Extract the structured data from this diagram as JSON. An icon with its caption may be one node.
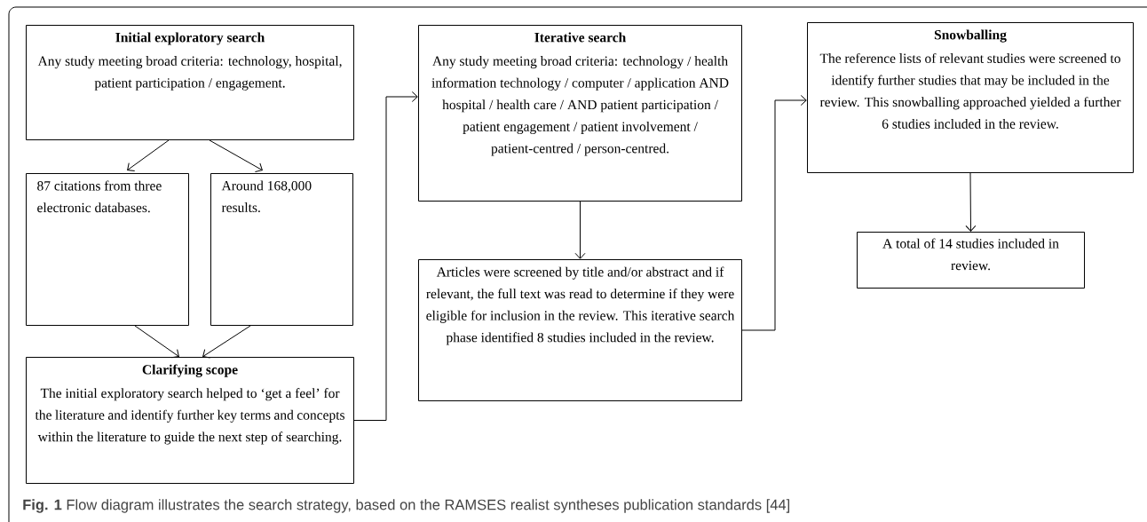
{
  "diagram": {
    "caption": "**Fig. 1** Flow diagram illustrates the search strategy, based on the RAMSES realist syntheses publication standards [44]",
    "nodes": [
      {
        "text": [
          "Initial exploratory search",
          "Any study meeting broad criteria: technology, hospital, patient participation / engagement."
        ]
      },
      {
        "text": [
          "87 citations from three electronic databases."
        ]
      },
      {
        "text": [
          "Around 168,000 results."
        ]
      },
      {
        "text": [
          "Clarifying scope",
          "The initial exploratory search helped to ‘get a feel’ for the literature and identify further key terms and concepts within the literature to guide the next step of searching."
        ]
      },
      {
        "text": [
          "Iterative search",
          "Any study meeting broad criteria: technology / health information technology / computer / application AND hospital / health care / AND patient participation / patient engagement / patient involvement / patient-centred / person-centred."
        ]
      },
      {
        "text": [
          "Articles were screened by title and/or abstract and if relevant, the full text was read to determine if they were eligible for inclusion in the review. This iterative search phase identified 8 studies included in the review."
        ]
      },
      {
        "text": [
          "Snowballing",
          "The reference lists of relevant studies were screened to identify further studies that may be included in the review. This snowballing approached yielded a further 6 studies included in the review."
        ]
      },
      {
        "text": [
          "A total of 14 studies included in review."
        ]
      }
    ],
    "edges": [
      {
        "from": 0,
        "to": 1,
        "arrow": "to"
      },
      {
        "from": 0,
        "to": 2,
        "arrow": "to"
      },
      {
        "from": 1,
        "to": 3,
        "arrow": "to"
      },
      {
        "from": 2,
        "to": 3,
        "arrow": "to"
      },
      {
        "from": 3,
        "to": 4,
        "arrow": "to"
      },
      {
        "from": 4,
        "to": 5,
        "arrow": "to"
      },
      {
        "from": 5,
        "to": 6,
        "arrow": "to"
      },
      {
        "from": 6,
        "to": 7,
        "arrow": "to"
      }
    ]
  }
}
